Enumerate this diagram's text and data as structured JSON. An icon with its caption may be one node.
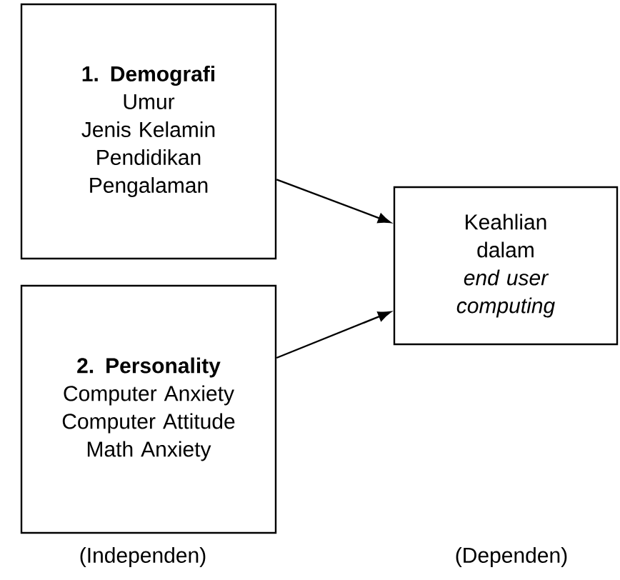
{
  "diagram": {
    "nodes": [
      {
        "text": [
          "1. Demografi",
          "Umur",
          "Jenis Kelamin",
          "Pendidikan",
          "Pengalaman"
        ]
      },
      {
        "text": [
          "2. Personality",
          "Computer Anxiety",
          "Computer Attitude",
          "Math Anxiety"
        ]
      },
      {
        "text": [
          "Keahlian dalam *end user computing*"
        ]
      }
    ],
    "edges": [
      {
        "from": 0,
        "to": 2,
        "arrow": "to"
      },
      {
        "from": 1,
        "to": 2,
        "arrow": "to"
      }
    ],
    "labels": [
      "(Independen)",
      "(Dependen)"
    ]
  }
}
